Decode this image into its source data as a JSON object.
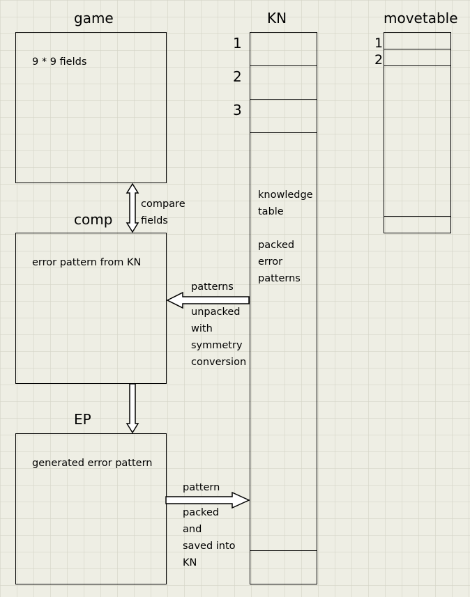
{
  "game": {
    "title": "game",
    "content": "9 * 9 fields"
  },
  "comp": {
    "title": "comp",
    "content": "error pattern from KN"
  },
  "ep": {
    "title": "EP",
    "content": "generated error pattern"
  },
  "kn": {
    "title": "KN",
    "rows": [
      "1",
      "2",
      "3"
    ],
    "label_lines": [
      "knowledge",
      "table",
      "",
      "packed",
      "error",
      "patterns"
    ]
  },
  "movetable": {
    "title": "movetable",
    "rows": [
      "1",
      "2"
    ]
  },
  "arrows": {
    "game_comp": {
      "lines": [
        "compare",
        "fields"
      ]
    },
    "kn_comp": {
      "heading": "patterns",
      "lines": [
        "unpacked",
        "with",
        "symmetry",
        "conversion"
      ]
    },
    "ep_kn": {
      "heading": "pattern",
      "lines": [
        "packed",
        "and",
        "saved into",
        "KN"
      ]
    }
  }
}
